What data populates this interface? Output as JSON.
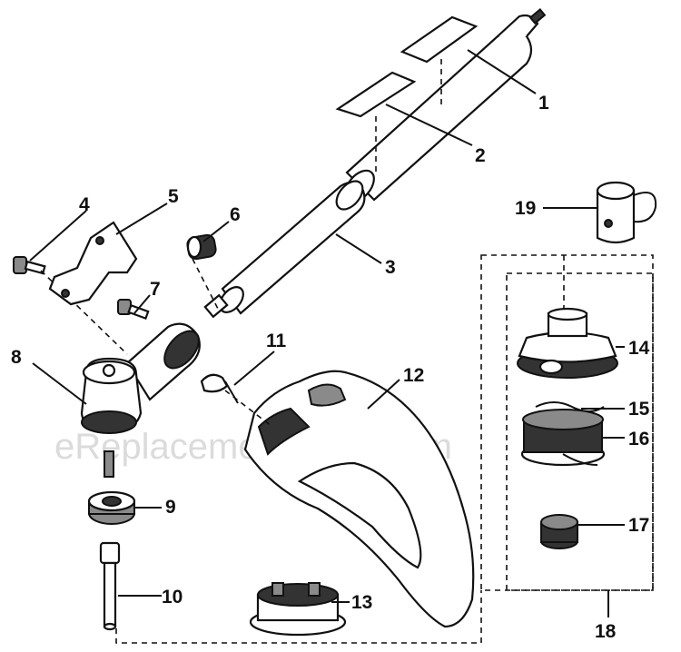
{
  "watermark": "eReplacementParts.com",
  "labels": {
    "p1": "1",
    "p2": "2",
    "p3": "3",
    "p4": "4",
    "p5": "5",
    "p6": "6",
    "p7": "7",
    "p8": "8",
    "p9": "9",
    "p10": "10",
    "p11": "11",
    "p12": "12",
    "p13": "13",
    "p14": "14",
    "p15": "15",
    "p16": "16",
    "p17": "17",
    "p18": "18",
    "p19": "19"
  }
}
